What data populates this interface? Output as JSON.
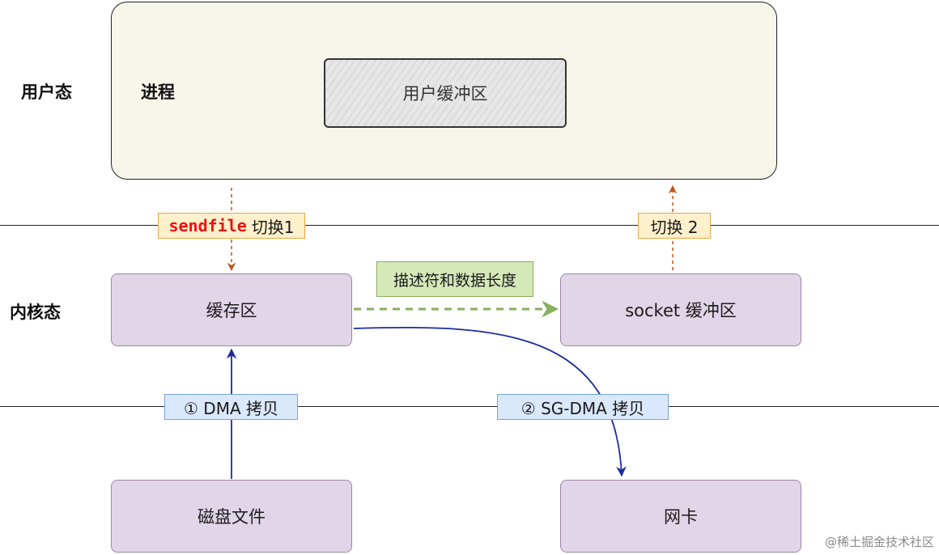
{
  "labels": {
    "user_mode": "用户态",
    "process": "进程",
    "kernel_mode": "内核态"
  },
  "boxes": {
    "user_buffer": "用户缓冲区",
    "page_cache": "缓存区",
    "socket_buffer": "socket 缓冲区",
    "disk_file": "磁盘文件",
    "nic": "网卡"
  },
  "tags": {
    "sendfile_keyword": "sendfile",
    "sendfile_switch": "切换1",
    "switch_2": "切换 2",
    "descriptor": "描述符和数据长度",
    "dma_copy": "① DMA 拷贝",
    "sg_dma_copy": "② SG-DMA 拷贝"
  },
  "watermark": "@稀土掘金技术社区",
  "colors": {
    "process_fill": "#f7f6ea",
    "kernel_box_fill": "#e1d5e8",
    "switch_tag_fill": "#fff0cc",
    "dma_tag_fill": "#dae8fb",
    "descriptor_tag_fill": "#d5e8b8",
    "switch_arrow": "#c0521f",
    "dma_arrow": "#1a2d9c",
    "descriptor_arrow": "#86b05c",
    "sendfile_keyword": "#ee1111"
  }
}
